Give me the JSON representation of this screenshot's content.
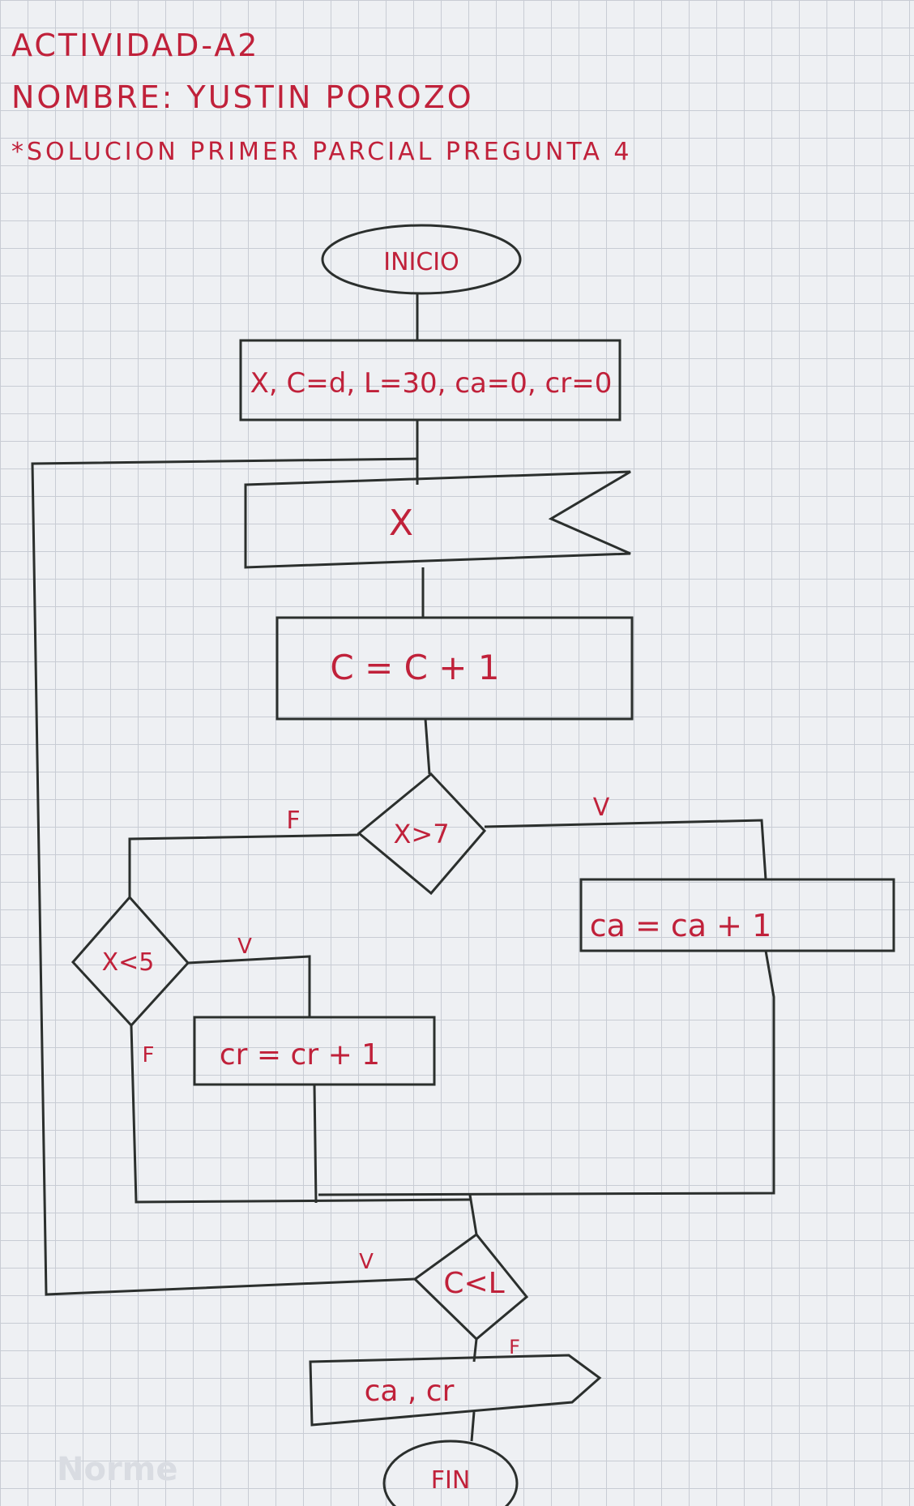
{
  "header": {
    "activity": "ACTIVIDAD-A2",
    "name": "NOMBRE: YUSTIN POROZO",
    "solution": "*SOLUCION PRIMER PARCIAL PREGUNTA 4"
  },
  "flowchart": {
    "start": "INICIO",
    "init": "X, C=d, L=30, ca=0, cr=0",
    "input": "X",
    "increment": "C = C + 1",
    "decision1": "X>7",
    "decision1_true": "V",
    "decision1_false": "F",
    "ca_update": "ca = ca + 1",
    "decision2": "X<5",
    "decision2_true": "V",
    "decision2_false": "F",
    "cr_update": "cr = cr + 1",
    "decision3": "C<L",
    "decision3_true": "V",
    "decision3_false": "F",
    "output": "ca , cr",
    "end": "FIN"
  },
  "watermark": "Norme",
  "colors": {
    "ink": "#2b2f2d",
    "text": "#c0213a",
    "paper": "#eef0f3",
    "grid": "#c8ccd4"
  }
}
